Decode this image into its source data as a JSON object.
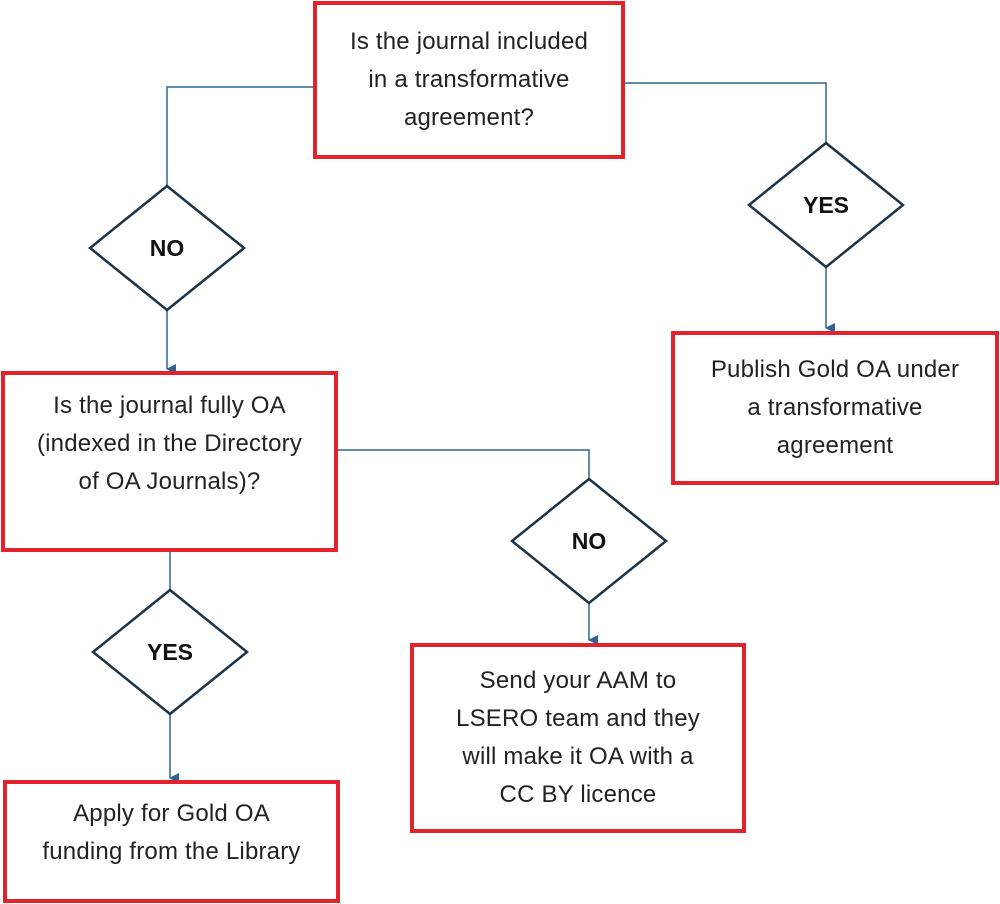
{
  "colors": {
    "box_border": "#e3232b",
    "connector": "#2c6690",
    "diamond_border": "#1d3447",
    "text": "#222222"
  },
  "nodes": {
    "q_transformative": {
      "lines": [
        "Is the journal included",
        "in a transformative",
        "agreement?"
      ]
    },
    "q_fully_oa": {
      "lines": [
        "Is the journal fully OA",
        "(indexed in the Directory",
        "of OA Journals)?"
      ]
    },
    "outcome_transformative": {
      "lines": [
        "Publish Gold OA under",
        "a transformative",
        "agreement"
      ]
    },
    "outcome_lsero": {
      "lines": [
        "Send your AAM to",
        "LSERO team and they",
        "will make it OA with a",
        "CC BY licence"
      ]
    },
    "outcome_library_funding": {
      "lines": [
        "Apply for Gold OA",
        "funding from the Library"
      ]
    }
  },
  "decisions": {
    "transformative_no": "NO",
    "transformative_yes": "YES",
    "fully_oa_no": "NO",
    "fully_oa_yes": "YES"
  }
}
